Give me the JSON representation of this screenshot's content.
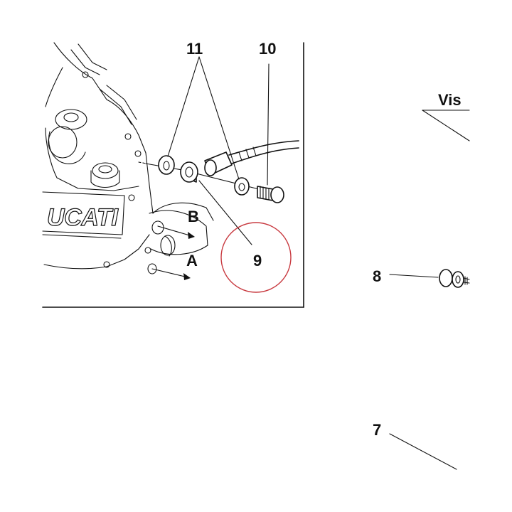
{
  "callouts": {
    "c11": "11",
    "c10": "10",
    "c9": "9",
    "cB": "B",
    "cA": "A",
    "c8": "8",
    "c7": "7",
    "vista": "Vis"
  },
  "engraving": "UCATI",
  "colors": {
    "ink": "#111111",
    "highlight_circle": "#c83a40",
    "background": "#ffffff"
  }
}
